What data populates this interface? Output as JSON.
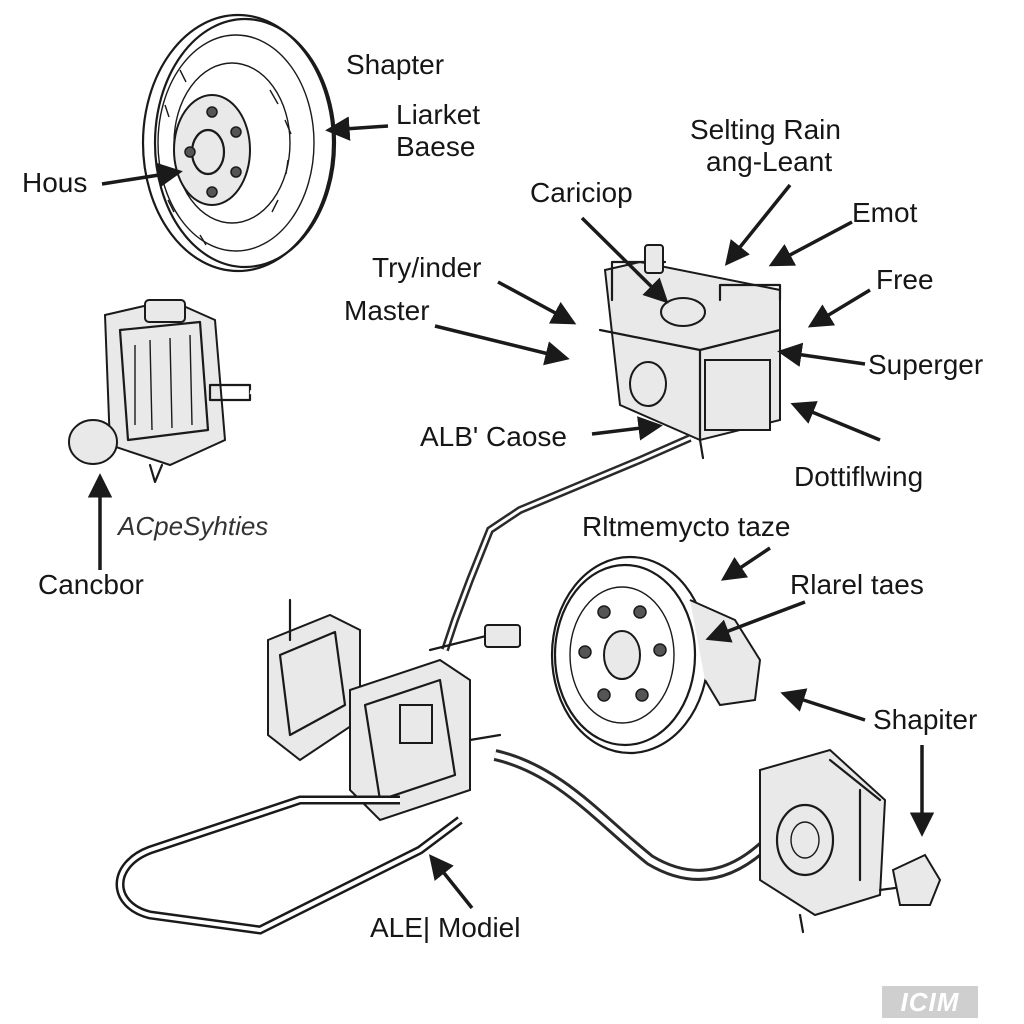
{
  "labels": {
    "shapter_top": "Shapter",
    "liarket_baese_line1": "Liarket",
    "liarket_baese_line2": "Baese",
    "hous": "Hous",
    "selting_line1": "Selting Rain",
    "selting_line2": "ang-Leant",
    "cariciop": "Cariciop",
    "emot": "Emot",
    "trylinder": "Try/inder",
    "free": "Free",
    "master": "Master",
    "superger": "Superger",
    "alb_caose": "ALB' Caose",
    "dottiflwing": "Dottiflwing",
    "acpesyhties": "ACpeSyhties",
    "rltmemycto": "Rltmemycto taze",
    "cancbor": "Cancbor",
    "rlarel_taes": "Rlarel taes",
    "shapiter": "Shapiter",
    "ale_modiel": "ALE| Modiel"
  },
  "watermark": "ICIM",
  "colors": {
    "ink": "#1a1a1a",
    "background": "#ffffff",
    "watermark_bg": "#cfcfcf"
  }
}
